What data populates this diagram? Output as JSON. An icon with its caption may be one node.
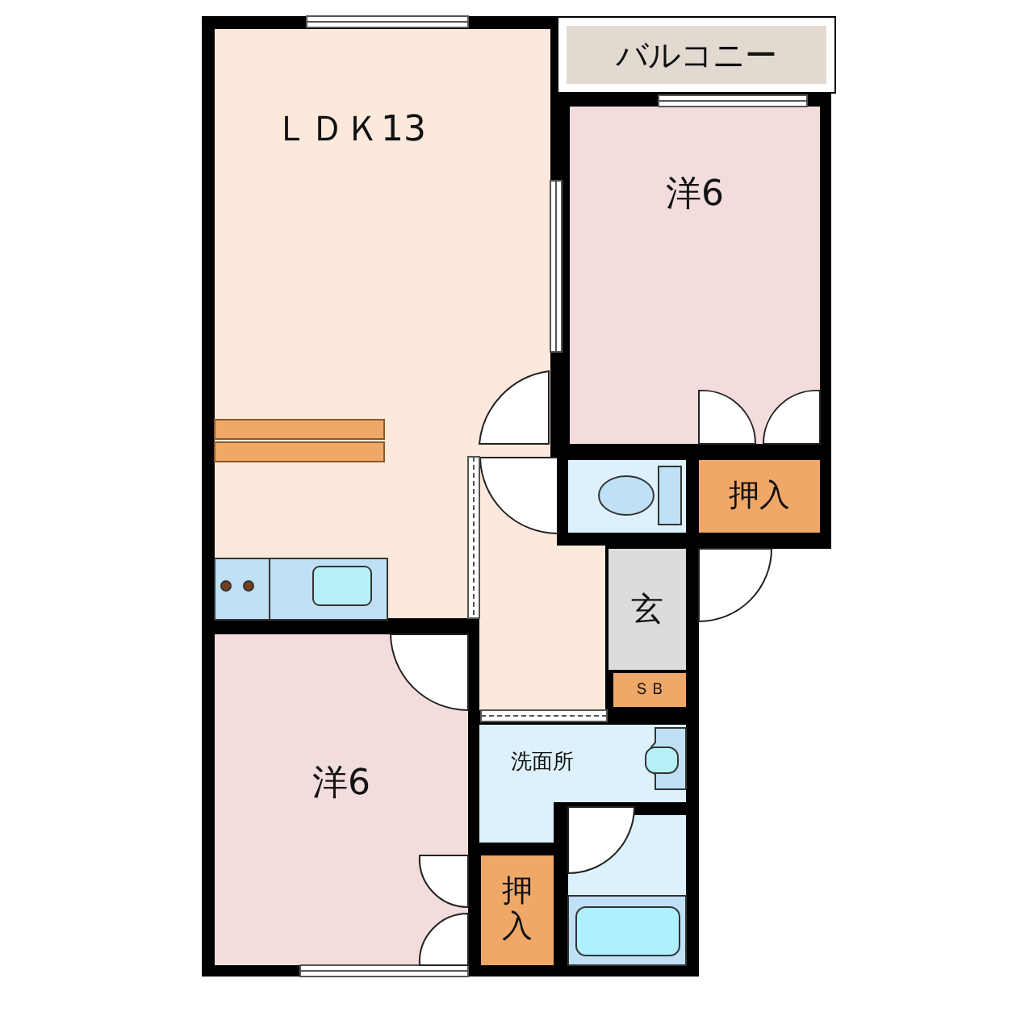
{
  "diagram": {
    "nodes": [
      {
        "text": [
          "バルコニー"
        ]
      },
      {
        "text": [
          "ＬＤＫ13"
        ]
      },
      {
        "text": [
          "洋6"
        ]
      },
      {
        "text": [
          "押入"
        ]
      },
      {
        "text": [
          "玄"
        ]
      },
      {
        "text": [
          "ＳＢ"
        ]
      },
      {
        "text": [
          "洗面所"
        ]
      },
      {
        "text": [
          "洋6"
        ]
      },
      {
        "text": [
          "押入"
        ]
      },
      {
        "text": [],
        "shape": "box"
      }
    ]
  }
}
